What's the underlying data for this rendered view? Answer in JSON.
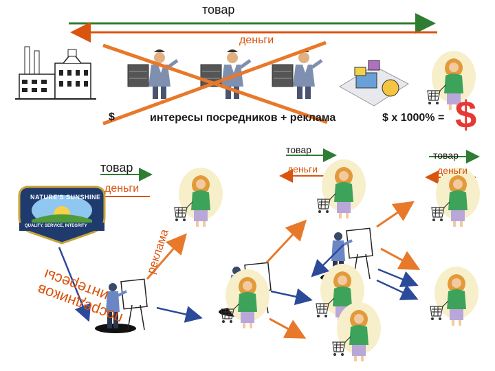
{
  "top": {
    "goods_label": "товар",
    "money_label": "деньги"
  },
  "chain": {
    "dollar_left": "$",
    "chain_text": "интересы посредников + реклама",
    "markup_text": "$ x 1000% =",
    "big_dollar": "$"
  },
  "right_column": {
    "goods_label": "товар",
    "money_label": "деньги"
  },
  "middle": {
    "goods_label": "товар",
    "money_label": "деньги"
  },
  "left": {
    "goods_label": "товар",
    "money_label": "деньги",
    "brand_name": "NATURE'S SUNSHINE",
    "brand_tagline": "QUALITY, SERVICE, INTEGRITY"
  },
  "bottom": {
    "interests_line1": "интересы",
    "interests_line2": "посредников",
    "advertising": "реклама"
  },
  "colors": {
    "goods_arrow": "#2e7d32",
    "money_arrow": "#d9540f",
    "cross": "#e8782a",
    "network_blue": "#2c4a9a",
    "network_orange": "#e8782a",
    "accent_red": "#e53935"
  },
  "icons": [
    "factory-icon",
    "intermediary-icon",
    "store-icon",
    "shopper-icon",
    "logo-icon",
    "presenter-icon"
  ]
}
